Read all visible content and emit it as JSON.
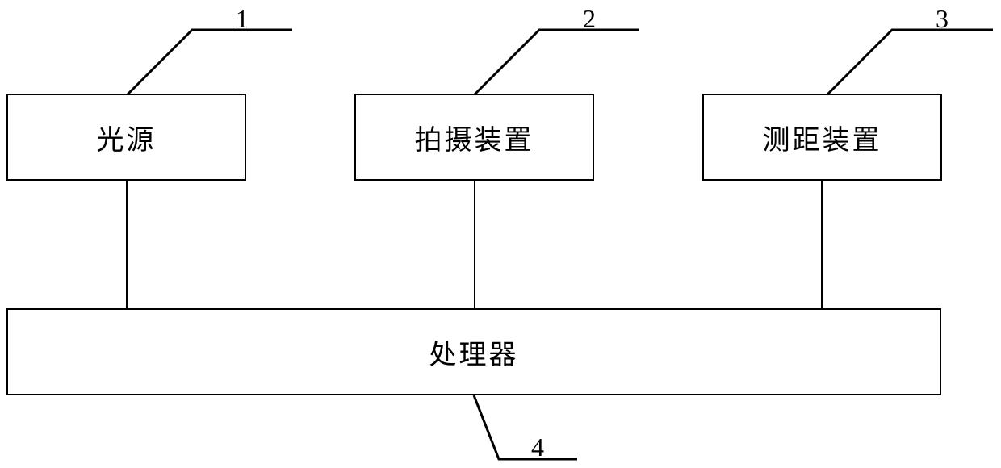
{
  "diagram": {
    "background_color": "#ffffff",
    "line_color": "#000000",
    "blocks": [
      {
        "id": "light-source",
        "label": "光源",
        "ref": "1"
      },
      {
        "id": "camera-device",
        "label": "拍摄装置",
        "ref": "2"
      },
      {
        "id": "ranging-device",
        "label": "测距装置",
        "ref": "3"
      },
      {
        "id": "processor",
        "label": "处理器",
        "ref": "4"
      }
    ]
  }
}
